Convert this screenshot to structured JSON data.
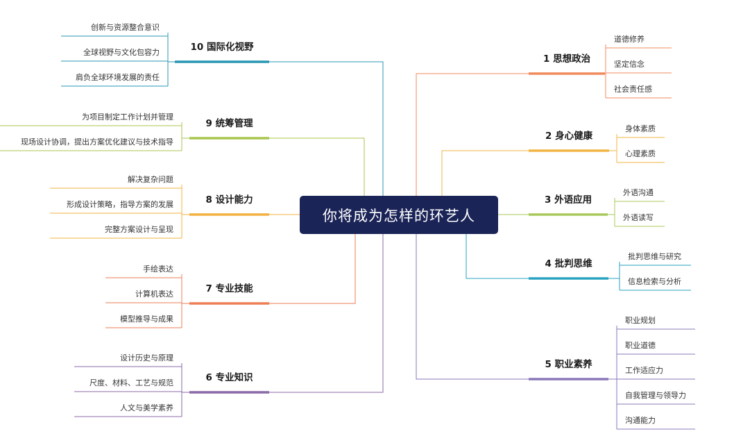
{
  "root": {
    "label": "你将成为怎样的环艺人",
    "color": "#1b2457"
  },
  "branches": [
    {
      "id": "b1",
      "label": "1 思想政治",
      "color": "#f08a5d",
      "leaves": [
        "道德修养",
        "坚定信念",
        "社会责任感"
      ]
    },
    {
      "id": "b2",
      "label": "2 身心健康",
      "color": "#f2b544",
      "leaves": [
        "身体素质",
        "心理素质"
      ]
    },
    {
      "id": "b3",
      "label": "3 外语应用",
      "color": "#a8c85a",
      "leaves": [
        "外语沟通",
        "外语读写"
      ]
    },
    {
      "id": "b4",
      "label": "4 批判思维",
      "color": "#2aa3c0",
      "leaves": [
        "批判思维与研究",
        "信息检索与分析"
      ]
    },
    {
      "id": "b5",
      "label": "5 职业素养",
      "color": "#8a78b8",
      "leaves": [
        "职业规划",
        "职业道德",
        "工作适应力",
        "自我管理与领导力",
        "沟通能力"
      ]
    },
    {
      "id": "b6",
      "label": "6 专业知识",
      "color": "#8a68a8",
      "leaves": [
        "设计历史与原理",
        "尺度、材料、工艺与规范",
        "人文与美学素养"
      ]
    },
    {
      "id": "b7",
      "label": "7 专业技能",
      "color": "#ee7d55",
      "leaves": [
        "手绘表达",
        "计算机表达",
        "模型推导与成果"
      ]
    },
    {
      "id": "b8",
      "label": "8 设计能力",
      "color": "#f3b140",
      "leaves": [
        "解决复杂问题",
        "形成设计策略，指导方案的发展",
        "完整方案设计与呈现"
      ]
    },
    {
      "id": "b9",
      "label": "9 统筹管理",
      "color": "#a8c64e",
      "leaves": [
        "为项目制定工作计划并管理",
        "现场设计协调，提出方案优化建议与技术指导"
      ]
    },
    {
      "id": "b10",
      "label": "10 国际化视野",
      "color": "#2a97b3",
      "leaves": [
        "创新与资源整合意识",
        "全球视野与文化包容力",
        "肩负全球环境发展的责任"
      ]
    }
  ]
}
